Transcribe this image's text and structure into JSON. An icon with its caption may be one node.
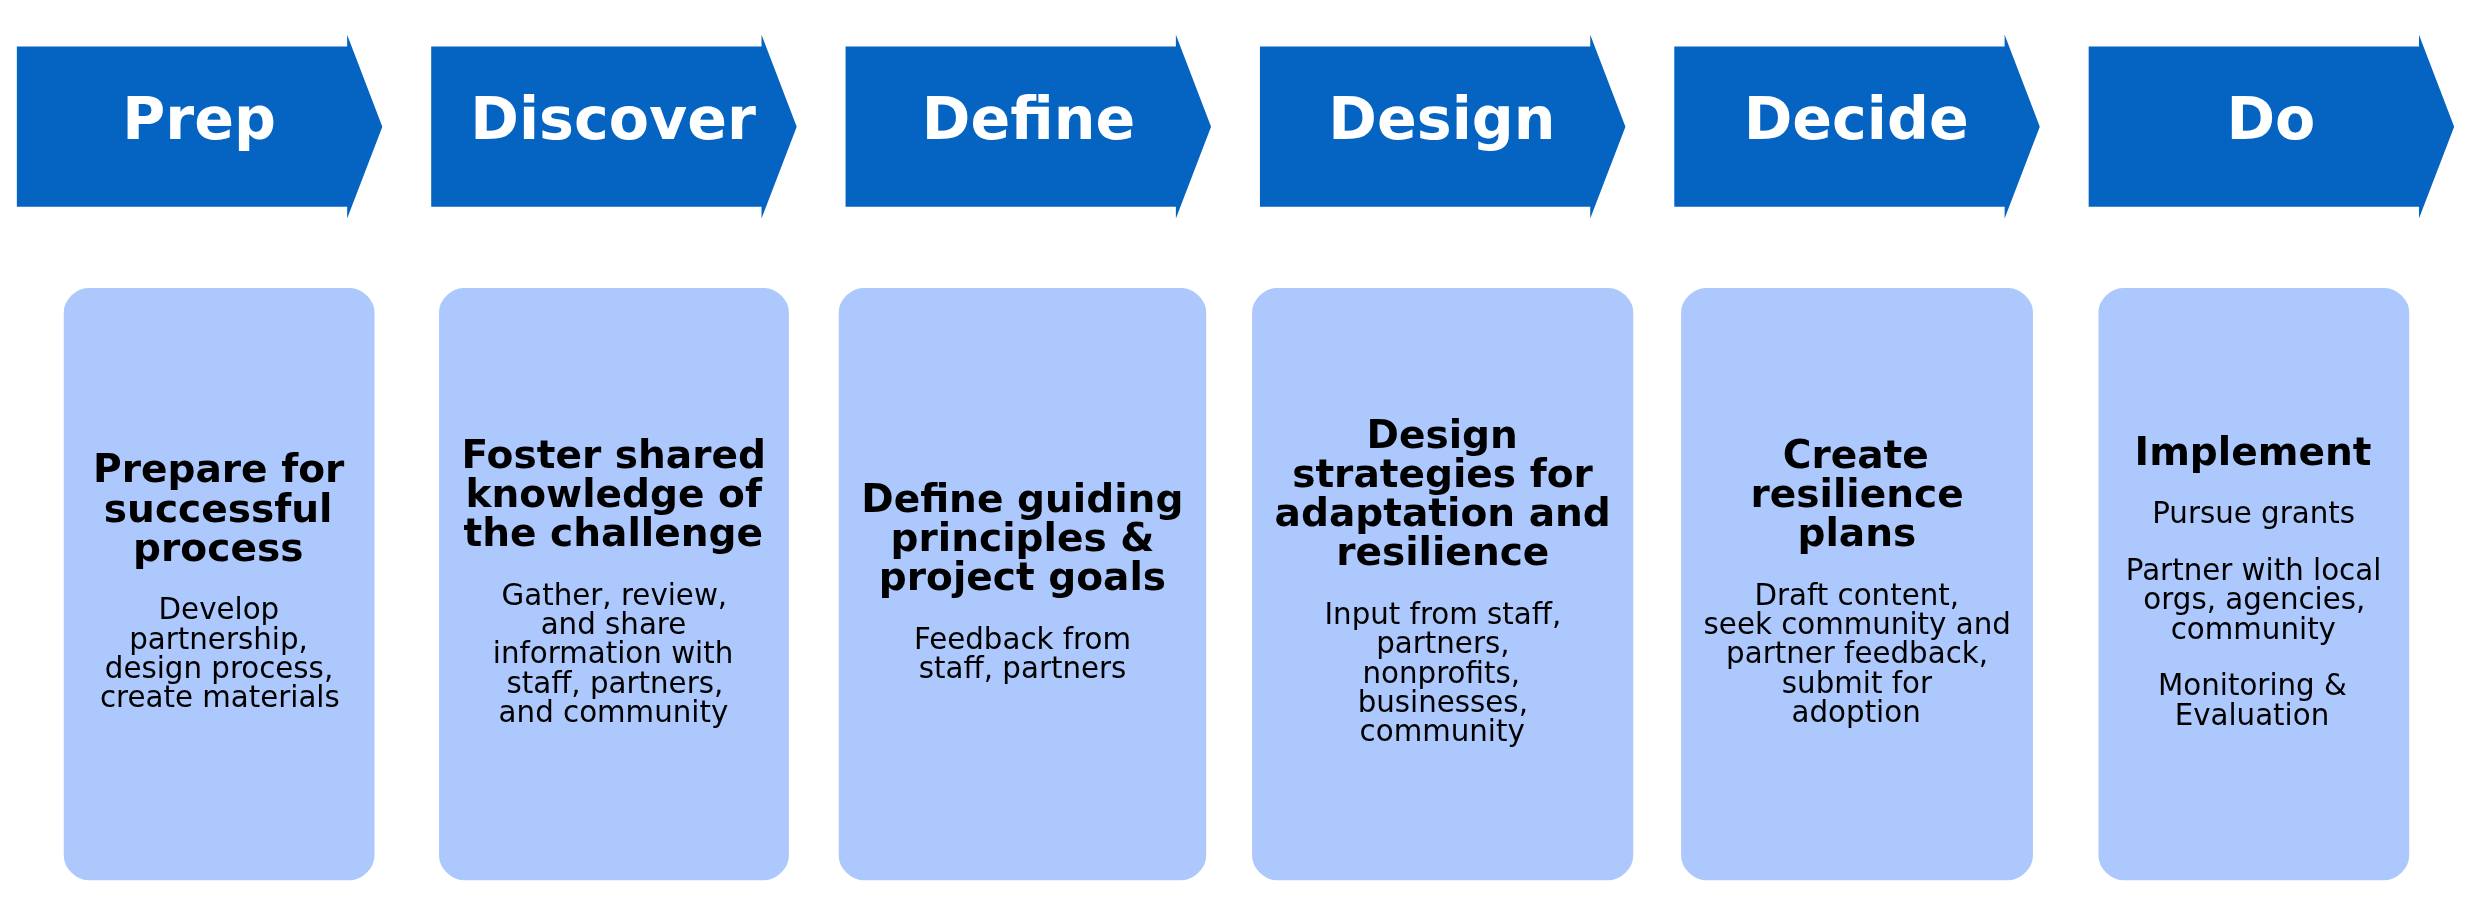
{
  "diagram": {
    "nodes": [
      {
        "text": [
          "Prep"
        ]
      },
      {
        "text": [
          "Discover"
        ]
      },
      {
        "text": [
          "Define"
        ]
      },
      {
        "text": [
          "Design"
        ]
      },
      {
        "text": [
          "Decide"
        ]
      },
      {
        "text": [
          "Do"
        ]
      },
      {
        "text": [
          "Prepare for successful process",
          "Develop partnership, design process, create materials"
        ]
      },
      {
        "text": [
          "Foster shared knowledge of the challenge",
          "Gather, review, and share information with staff, partners, and community"
        ]
      },
      {
        "text": [
          "Define guiding principles & project goals",
          "Feedback from staff, partners"
        ]
      },
      {
        "text": [
          "Design strategies for adaptation and resilience",
          "Input from staff, partners, nonprofits, businesses, community"
        ]
      },
      {
        "text": [
          "Create resilience plans",
          "Draft content, seek community and partner feedback, submit for adoption"
        ]
      },
      {
        "text": [
          "Implement",
          "Pursue grants",
          "Partner with local orgs, agencies, community",
          "Monitoring & Evaluation"
        ]
      }
    ],
    "edges": []
  }
}
